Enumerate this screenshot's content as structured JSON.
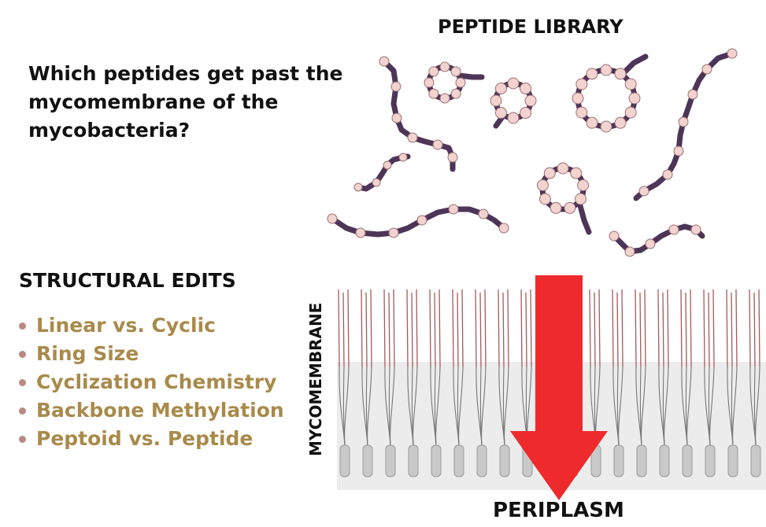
{
  "question": "Which peptides get past the mycomembrane of the mycobacteria?",
  "library_title": "PEPTIDE LIBRARY",
  "edits": {
    "title": "STRUCTURAL EDITS",
    "items": [
      "Linear vs. Cyclic",
      "Ring Size",
      "Cyclization Chemistry",
      "Backbone Methylation",
      "Peptoid vs. Peptide"
    ]
  },
  "membrane_label": "MYCOMEMBRANE",
  "periplasm_label": "PERIPLASM",
  "colors": {
    "edit_text": "#a98a4b",
    "bullet": "#b88a82",
    "backbone": "#4d3558",
    "residue": "#f2d3cf",
    "arrow": "#ee2a2c",
    "lipid_tail": "#a55a5a"
  }
}
